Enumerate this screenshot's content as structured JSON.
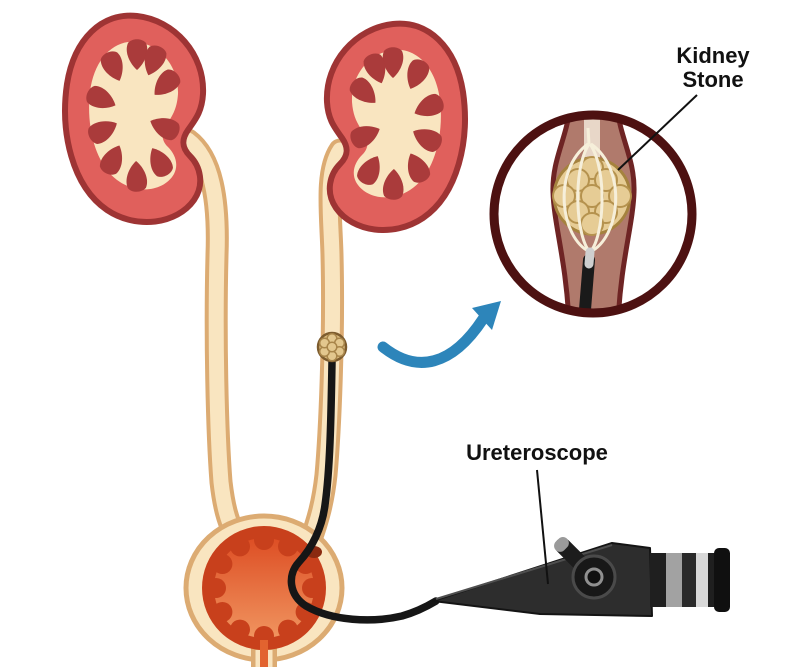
{
  "labels": {
    "kidney_stone_line1": "Kidney",
    "kidney_stone_line2": "Stone",
    "ureteroscope": "Ureteroscope"
  },
  "colors": {
    "kidney_fill": "#e0605c",
    "kidney_outline": "#9e3434",
    "calyx_lobe": "#aa3b3b",
    "pelvis_cream": "#f9e5c0",
    "ureter_outline": "#dcab72",
    "bladder_dark_ring": "#c8401c",
    "bladder_light": "#f0945f",
    "urethra_orange": "#e2632f",
    "stone_fill": "#e3c78e",
    "stone_outline": "#a8854a",
    "scope_black": "#1a1a1a",
    "inset_border": "#4d1111",
    "inset_ureter_wall": "#b07a6c",
    "basket_wire": "#f6efda",
    "arrow_blue": "#2d85ba",
    "label_text": "#111111"
  }
}
